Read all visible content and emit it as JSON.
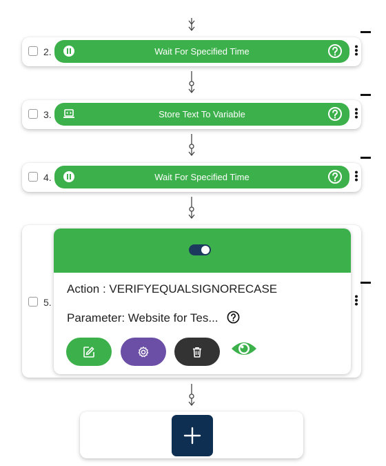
{
  "steps": [
    {
      "number": "2.",
      "title": "Wait For Specified Time",
      "icon": "pause-icon"
    },
    {
      "number": "3.",
      "title": "Store Text To Variable",
      "icon": "laptop-code-icon"
    },
    {
      "number": "4.",
      "title": "Wait For Specified Time",
      "icon": "pause-icon"
    }
  ],
  "expanded_step": {
    "number": "5.",
    "action_label": "Action : VERIFYEQUALSIGNORECASE",
    "parameter_label": "Parameter: Website for Tes...",
    "toggle_on": true
  },
  "colors": {
    "step_green": "#3cb04a",
    "edit_green": "#3cb04a",
    "settings_purple": "#6b4ea6",
    "delete_dark": "#333333",
    "add_navy": "#0f2f52",
    "toggle_navy": "#1c3a5e"
  }
}
